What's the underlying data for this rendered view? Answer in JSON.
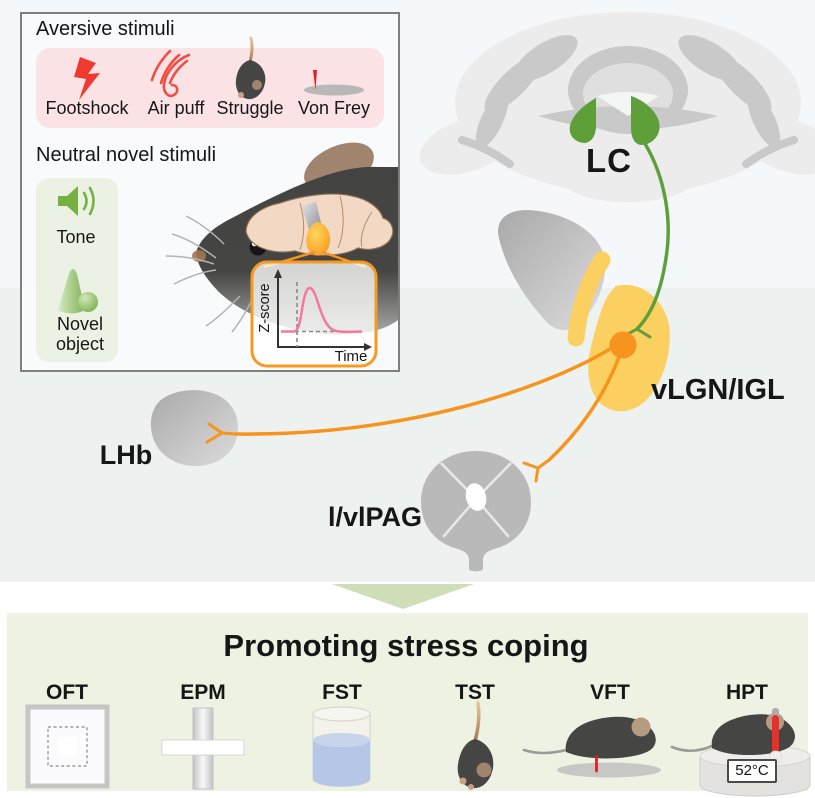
{
  "inset": {
    "aversive": {
      "title": "Aversive stimuli",
      "items": [
        {
          "label": "Footshock",
          "icon": "lightning-icon"
        },
        {
          "label": "Air puff",
          "icon": "air-puff-icon"
        },
        {
          "label": "Struggle",
          "icon": "hanging-mouse-icon"
        },
        {
          "label": "Von Frey",
          "icon": "von-frey-filament-icon"
        }
      ]
    },
    "neutral": {
      "title": "Neutral novel stimuli",
      "items": [
        {
          "label": "Tone",
          "icon": "speaker-icon"
        },
        {
          "label": "Novel object",
          "icon": "cone-and-ball-icon"
        }
      ]
    },
    "recording_plot": {
      "ylabel": "Z-score",
      "xlabel": "Time"
    }
  },
  "regions": {
    "lc": "LC",
    "vlgn_igl": "vLGN/IGL",
    "lhb": "LHb",
    "pag": "l/vlPAG"
  },
  "outcome": {
    "title": "Promoting stress coping",
    "tests": [
      {
        "label": "OFT",
        "icon": "open-field-icon"
      },
      {
        "label": "EPM",
        "icon": "plus-maze-icon"
      },
      {
        "label": "FST",
        "icon": "swim-cylinder-icon"
      },
      {
        "label": "TST",
        "icon": "tail-suspension-icon"
      },
      {
        "label": "VFT",
        "icon": "von-frey-mouse-icon"
      },
      {
        "label": "HPT",
        "icon": "hot-plate-icon"
      }
    ],
    "hotplate_temp": "52°C"
  },
  "colors": {
    "accent_orange": "#f7941d",
    "accent_green": "#5f9f3a",
    "vlgn_yellow": "#fbd061",
    "aversive_red": "#ee3a31",
    "neutral_green": "#76b043",
    "trace_pink": "#f2789f"
  }
}
